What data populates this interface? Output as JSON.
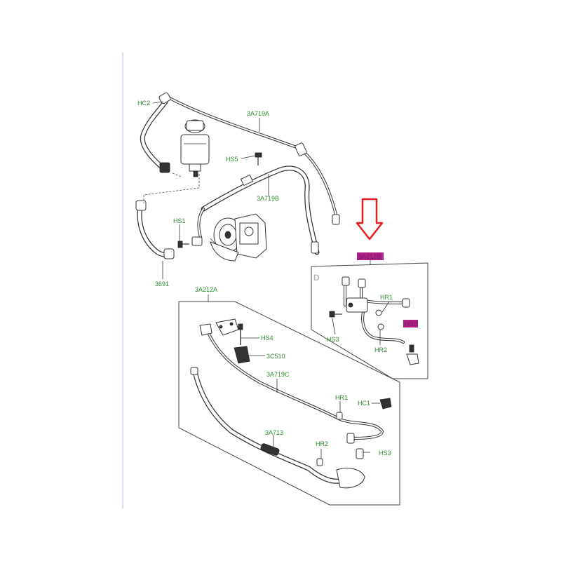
{
  "labels": {
    "hc2": "HC2",
    "a719a": "3A719A",
    "hs5": "HS5",
    "a719b": "3A719B",
    "hs1": "HS1",
    "p3691": "3691",
    "a212a": "3A212A",
    "hs4": "HS4",
    "c510": "3C510",
    "a719c": "3A719C",
    "hr1_lower": "HR1",
    "hc1": "HC1",
    "a713": "3A713",
    "hr2_lower": "HR2",
    "hs3_lower": "HS3",
    "detail_tag": "D",
    "hr1_detail": "HR1",
    "hs3_detail": "HS3",
    "hr2_detail": "HR2"
  },
  "highlights": {
    "top": "3A212B",
    "side": "HR2"
  },
  "colors": {
    "label": "#2e8b2e",
    "highlight": "#b0208a",
    "arrow": "#e02020"
  }
}
